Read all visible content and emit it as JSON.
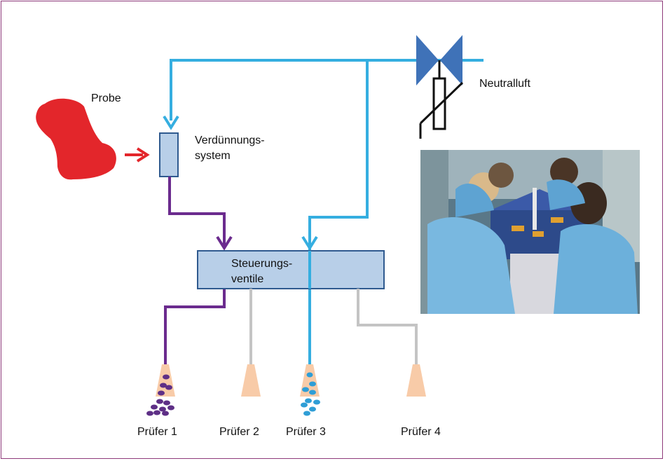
{
  "labels": {
    "probe": "Probe",
    "neutralluft": "Neutralluft",
    "verduennung_line1": "Verdünnungs-",
    "verduennung_line2": "system",
    "steuerung_line1": "Steuerungs-",
    "steuerung_line2": "ventile",
    "pruefer1": "Prüfer 1",
    "pruefer2": "Prüfer 2",
    "pruefer3": "Prüfer 3",
    "pruefer4": "Prüfer 4"
  },
  "colors": {
    "frame": "#8e3a7a",
    "air_line": "#35aee0",
    "purple_line": "#6b2b8e",
    "gray_line": "#c4c4c4",
    "probe_red": "#e3262b",
    "box_fill": "#b8cfe8",
    "box_stroke": "#2f5a8f",
    "valve_blue": "#3f72b8",
    "cone_fill": "#f8cba8",
    "purple_dots": "#5e2f86",
    "blue_dots": "#2f9ed6"
  },
  "photo": {
    "description_icon": "photo-panelists-olfactometer"
  }
}
